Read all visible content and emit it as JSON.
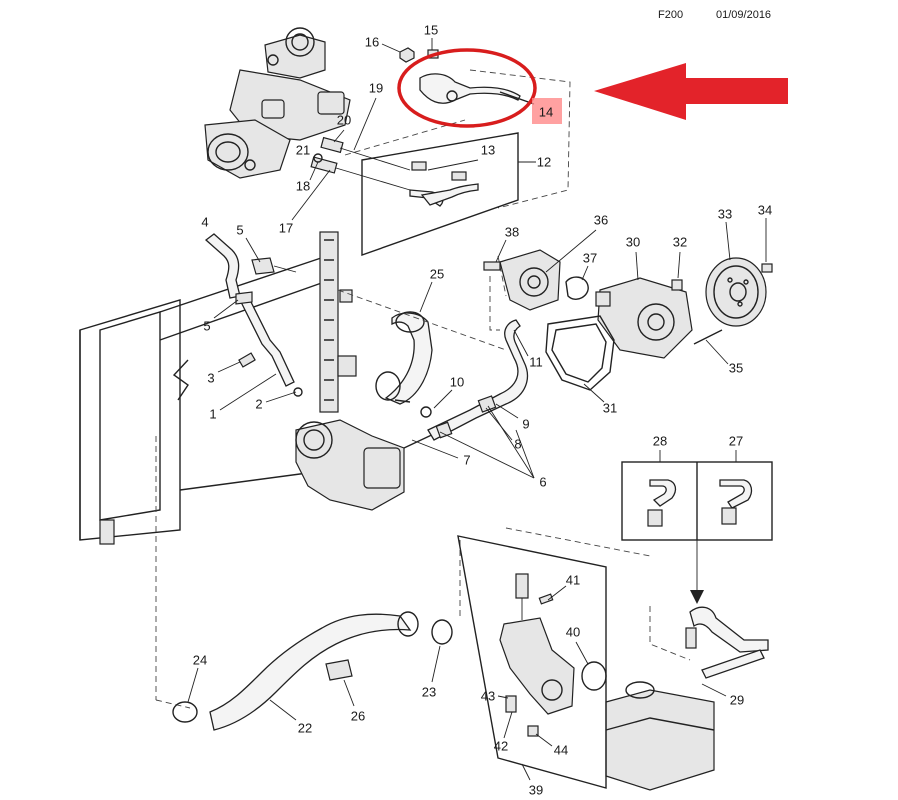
{
  "header": {
    "code": "F200",
    "date": "01/09/2016"
  },
  "highlight": {
    "label": "14",
    "color": "#ff8080",
    "arrow_color": "#e3232a",
    "ellipse_color": "#d81d1d"
  },
  "callouts": {
    "c1": "1",
    "c2": "2",
    "c3": "3",
    "c4": "4",
    "c5a": "5",
    "c5b": "5",
    "c6": "6",
    "c7": "7",
    "c8": "8",
    "c9": "9",
    "c10": "10",
    "c11": "11",
    "c12": "12",
    "c13": "13",
    "c15": "15",
    "c16": "16",
    "c17": "17",
    "c18": "18",
    "c19": "19",
    "c20": "20",
    "c21": "21",
    "c22": "22",
    "c23": "23",
    "c24": "24",
    "c25": "25",
    "c26": "26",
    "c27": "27",
    "c28": "28",
    "c29": "29",
    "c30": "30",
    "c31": "31",
    "c32": "32",
    "c33": "33",
    "c34": "34",
    "c35": "35",
    "c36": "36",
    "c37": "37",
    "c38": "38",
    "c39": "39",
    "c40": "40",
    "c41": "41",
    "c42": "42",
    "c43": "43",
    "c44": "44"
  }
}
